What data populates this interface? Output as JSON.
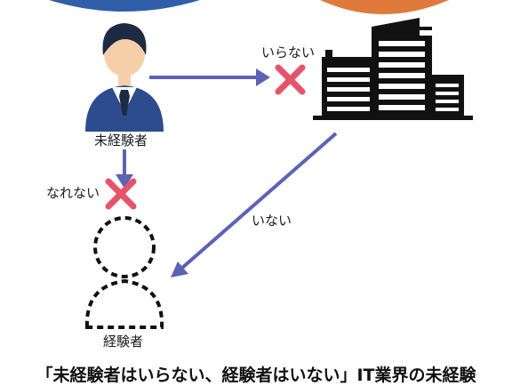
{
  "labels": {
    "beginner": "未経験者",
    "experienced": "経験者",
    "not_needed": "いらない",
    "cannot_become": "なれない",
    "none_available": "いない"
  },
  "caption": "「未経験者はいらない、経験者はいない」IT業界の未経験",
  "colors": {
    "top_left_blob": "#2f5fa8",
    "top_right_blob": "#e07a3c",
    "arrow": "#5b63b5",
    "cross": "#e5546a",
    "suit": "#2d4c8e",
    "skin": "#f6cfa8",
    "hair": "#1c2a44",
    "building": "#111111"
  },
  "icons": [
    "businessman-icon",
    "office-building-icon",
    "dashed-person-icon",
    "cross-mark-icon"
  ]
}
